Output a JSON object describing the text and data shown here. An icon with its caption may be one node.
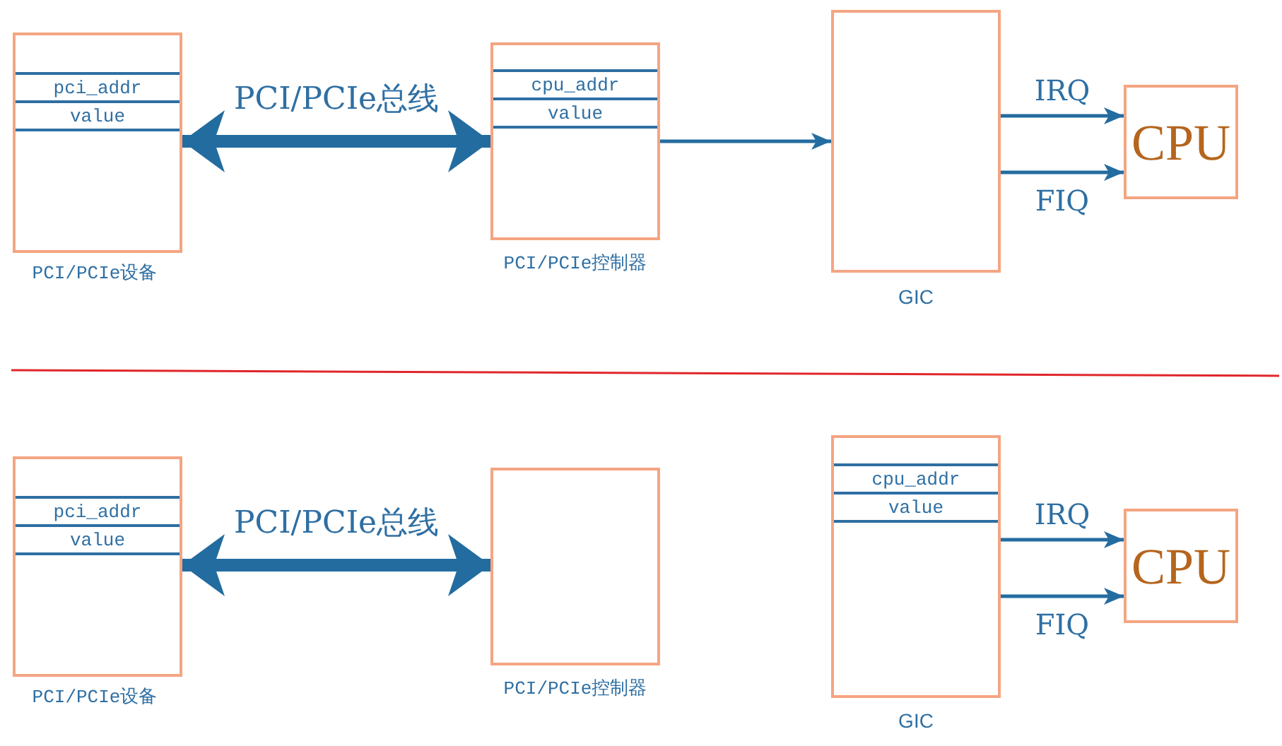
{
  "diagram": {
    "nodes": [
      {
        "text": [
          "pci_addr",
          "value"
        ],
        "beside": [
          "PCI/PCIe设备"
        ]
      },
      {
        "text": [
          "cpu_addr",
          "value"
        ],
        "beside": [
          "PCI/PCIe控制器"
        ]
      },
      {
        "text": [],
        "shape": "box",
        "beside": [
          "GIC"
        ]
      },
      {
        "text": [
          "CPU"
        ]
      },
      {
        "text": [
          "pci_addr",
          "value"
        ],
        "beside": [
          "PCI/PCIe设备"
        ]
      },
      {
        "text": [],
        "shape": "box",
        "beside": [
          "PCI/PCIe控制器"
        ]
      },
      {
        "text": [
          "cpu_addr",
          "value"
        ],
        "beside": [
          "GIC"
        ]
      },
      {
        "text": [
          "CPU"
        ]
      }
    ],
    "edges": [
      {
        "from": 0,
        "to": 1,
        "arrow": "both",
        "label": "PCI/PCIe总线",
        "style": "thick"
      },
      {
        "from": 1,
        "to": 2,
        "arrow": "to"
      },
      {
        "from": 2,
        "to": 3,
        "arrow": "to",
        "label": "IRQ"
      },
      {
        "from": 2,
        "to": 3,
        "arrow": "to",
        "label": "FIQ"
      },
      {
        "from": 4,
        "to": 5,
        "arrow": "both",
        "label": "PCI/PCIe总线",
        "style": "thick"
      },
      {
        "from": 6,
        "to": 7,
        "arrow": "to",
        "label": "IRQ"
      },
      {
        "from": 6,
        "to": 7,
        "arrow": "to",
        "label": "FIQ"
      }
    ]
  }
}
